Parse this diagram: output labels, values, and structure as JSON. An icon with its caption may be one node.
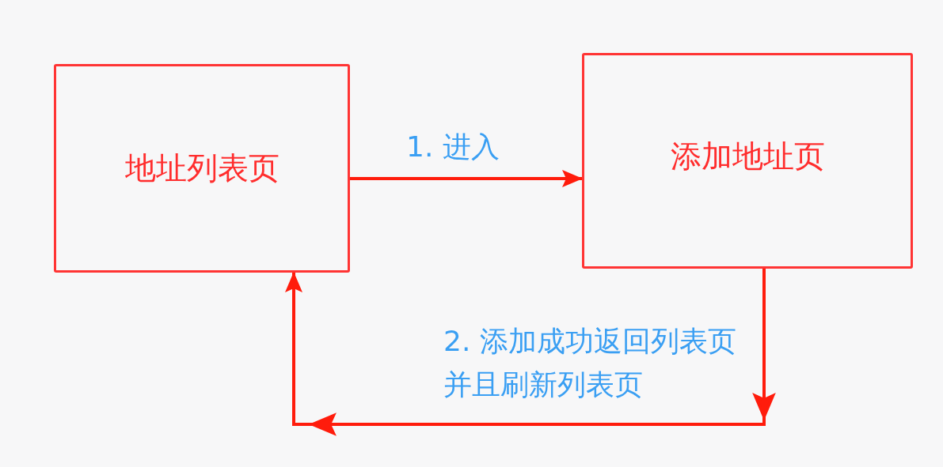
{
  "diagram": {
    "nodes": [
      {
        "text": [
          "地址列表页"
        ]
      },
      {
        "text": [
          "添加地址页"
        ]
      }
    ],
    "edges": [
      {
        "from": 0,
        "to": 1,
        "arrow": "to",
        "label": "1. 进入"
      },
      {
        "from": 1,
        "to": 0,
        "arrow": "to",
        "label": "2. 添加成功返回列表页并且刷新列表页"
      }
    ]
  }
}
